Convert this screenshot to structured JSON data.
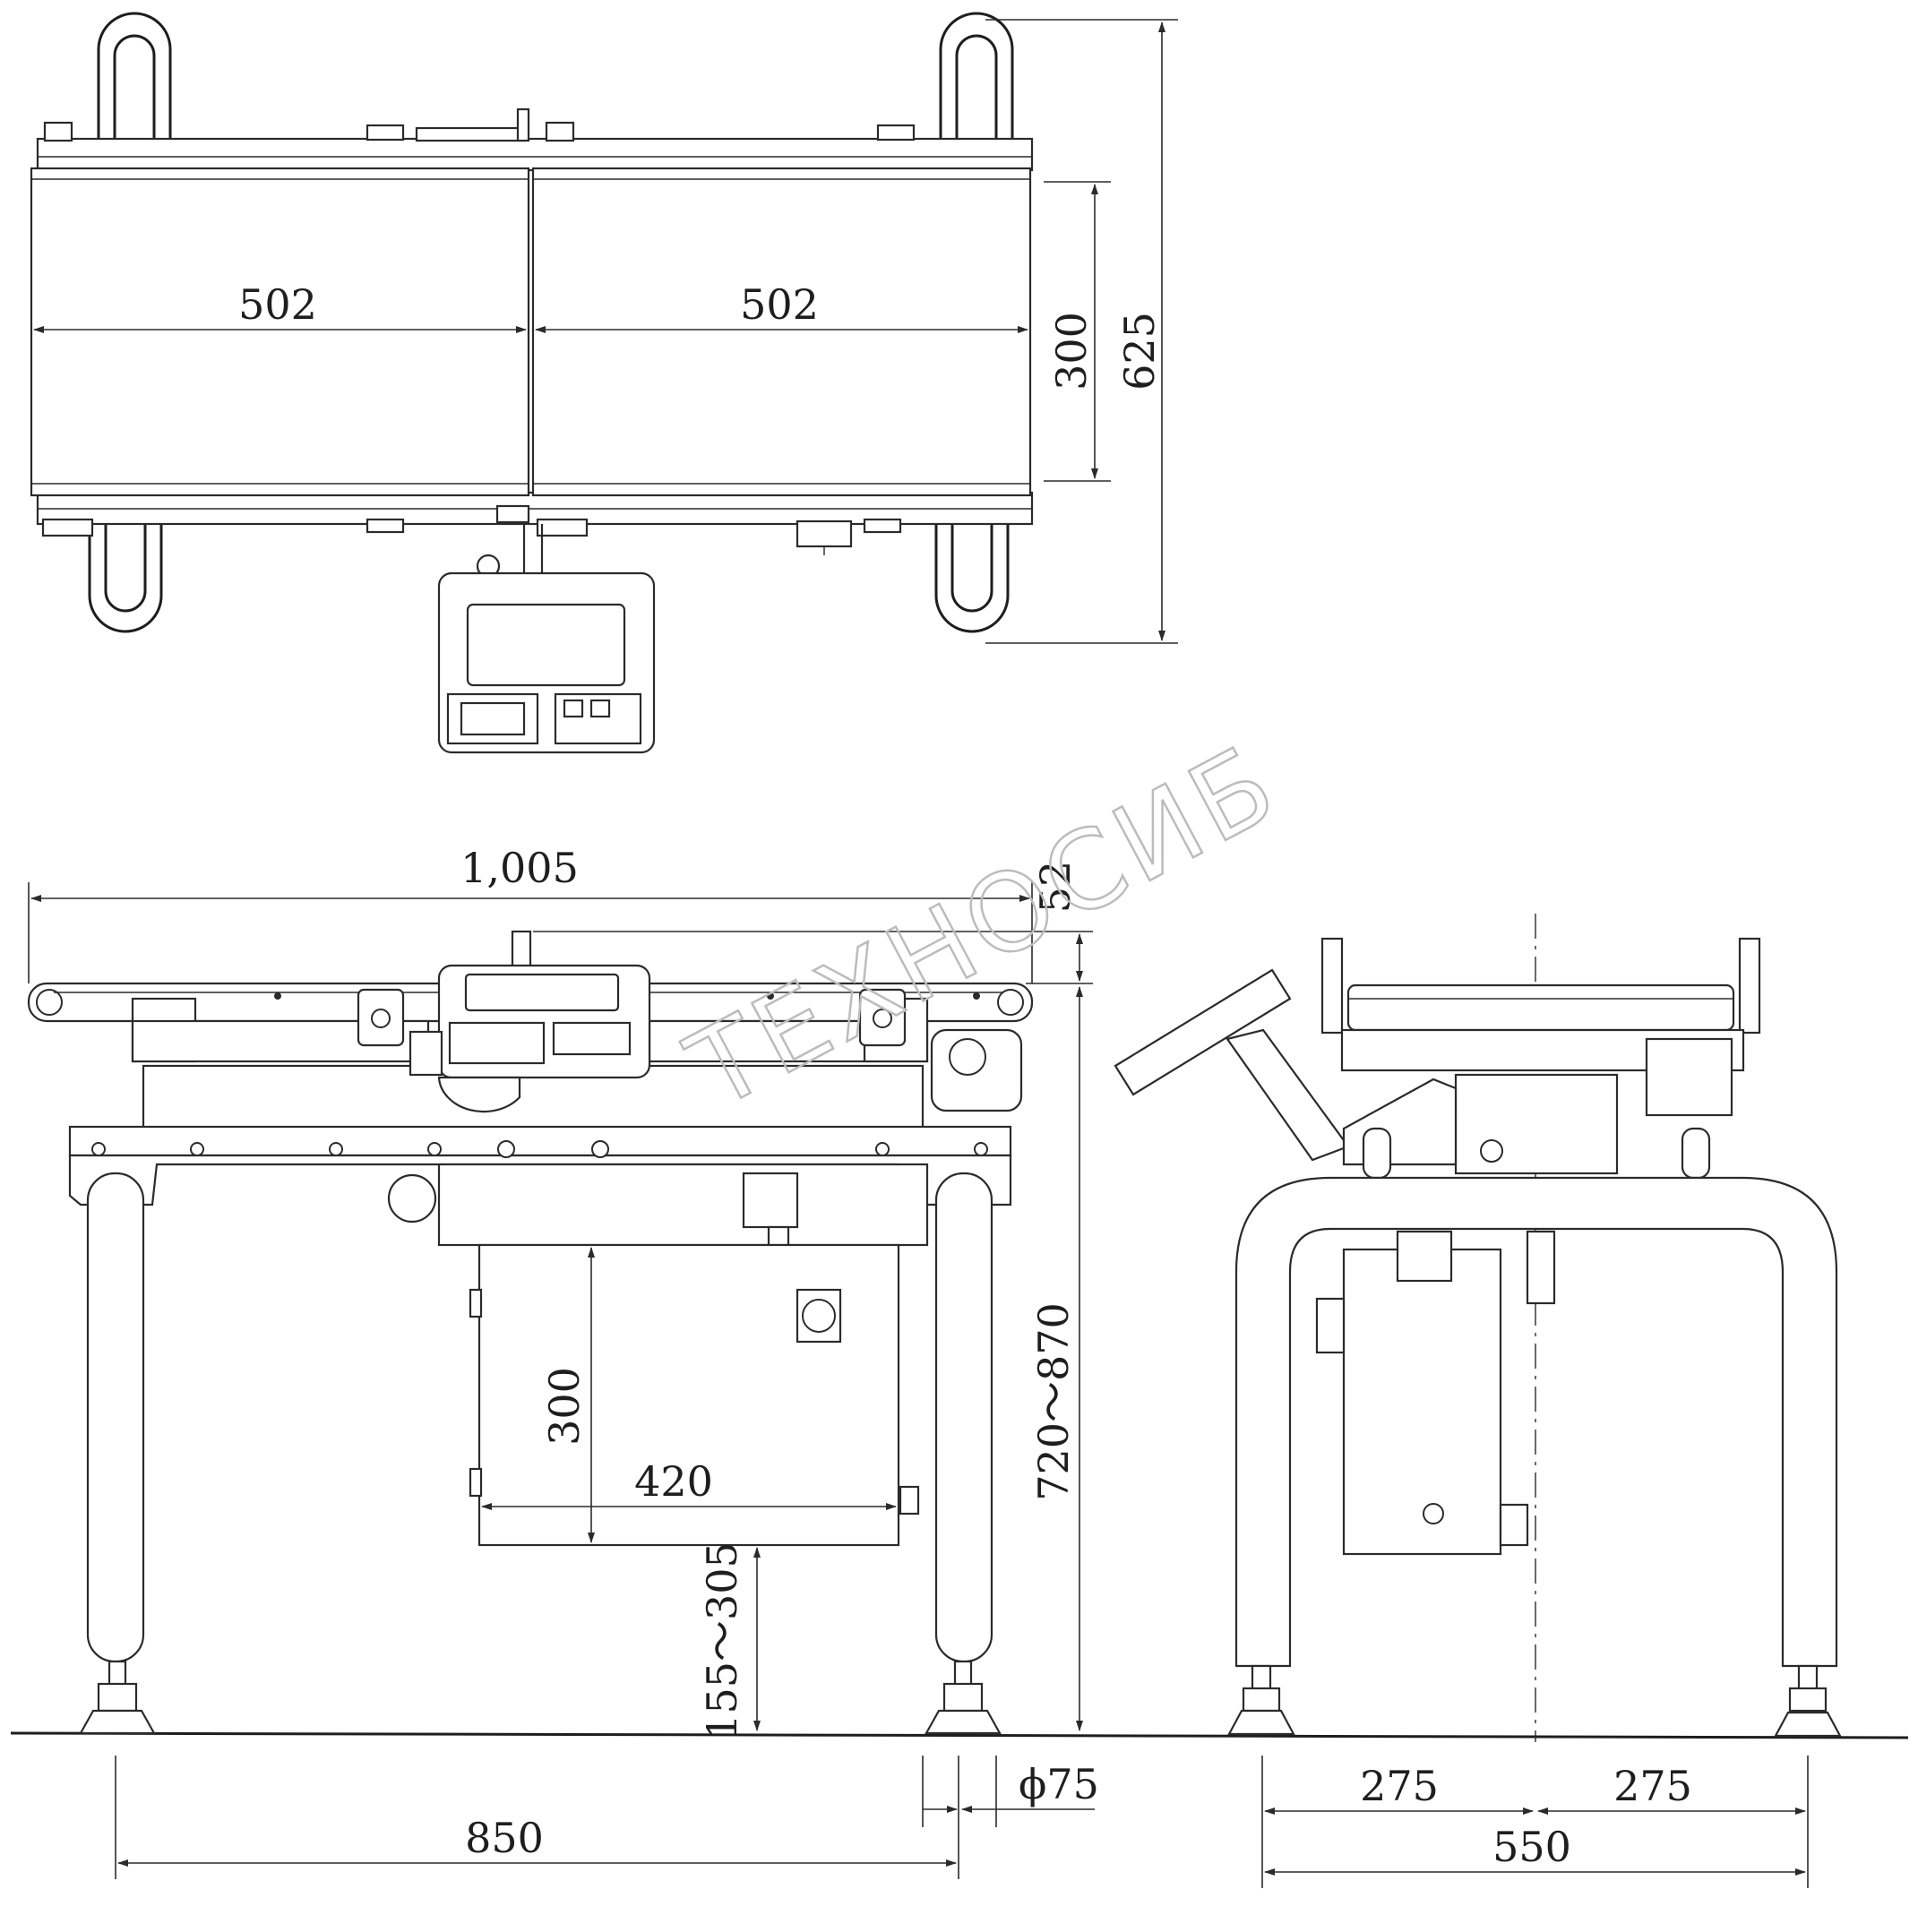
{
  "watermark": "ТЕХНОСИБ",
  "top_view": {
    "dim_belt_left": "502",
    "dim_belt_right": "502",
    "dim_belt_width": "300",
    "dim_overall_depth": "625"
  },
  "front_view": {
    "dim_overall_length": "1,005",
    "dim_top_offset": "52",
    "dim_height_range": "720～870",
    "dim_box_height": "300",
    "dim_box_width": "420",
    "dim_clearance_range": "155～305",
    "dim_leg_span": "850",
    "dim_leg_diameter": "ϕ75"
  },
  "side_view": {
    "dim_half_left": "275",
    "dim_half_right": "275",
    "dim_overall_width": "550"
  },
  "colors": {
    "line": "#2b2b2b",
    "watermark": "#bcbcbc",
    "background": "#ffffff"
  }
}
